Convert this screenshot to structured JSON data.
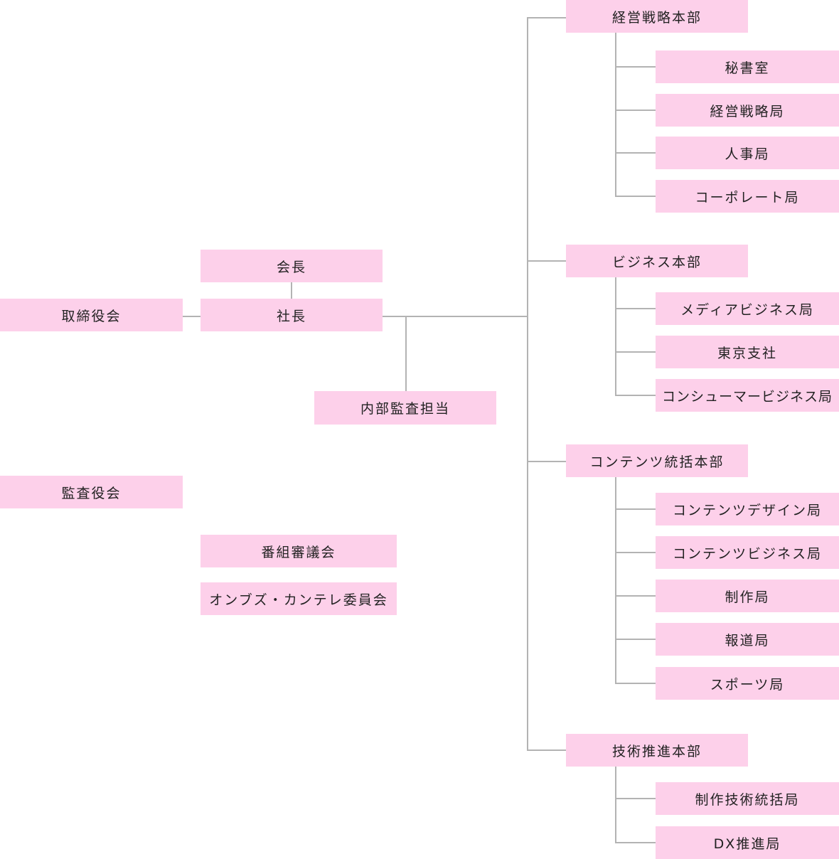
{
  "colors": {
    "box_fill": "#fdd0ea",
    "connector": "#b3b3b3",
    "text": "#222222"
  },
  "left": {
    "board": "取締役会",
    "audit_board": "監査役会",
    "chairman": "会長",
    "president": "社長",
    "internal_audit": "内部監査担当",
    "program_council": "番組審議会",
    "ombuds_committee": "オンブズ・カンテレ委員会"
  },
  "divisions": [
    {
      "name": "経営戦略本部",
      "bureaus": [
        "秘書室",
        "経営戦略局",
        "人事局",
        "コーポレート局"
      ]
    },
    {
      "name": "ビジネス本部",
      "bureaus": [
        "メディアビジネス局",
        "東京支社",
        "コンシューマービジネス局"
      ]
    },
    {
      "name": "コンテンツ統括本部",
      "bureaus": [
        "コンテンツデザイン局",
        "コンテンツビジネス局",
        "制作局",
        "報道局",
        "スポーツ局"
      ]
    },
    {
      "name": "技術推進本部",
      "bureaus": [
        "制作技術統括局",
        "DX推進局"
      ]
    }
  ]
}
